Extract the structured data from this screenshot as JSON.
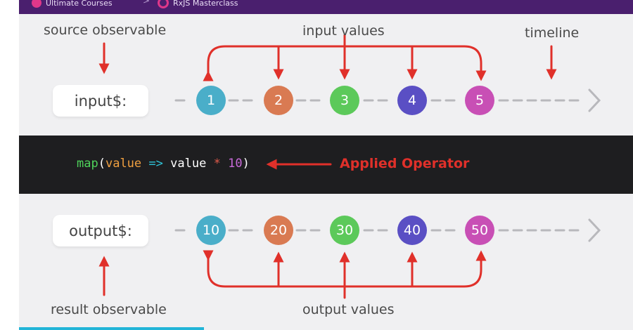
{
  "breadcrumb": {
    "items": [
      "Ultimate Courses",
      "RxJS Masterclass"
    ],
    "separator": ">"
  },
  "labels": {
    "source_observable": "source observable",
    "input_values": "input values",
    "timeline": "timeline",
    "result_observable": "result observable",
    "output_values": "output values",
    "applied_operator": "Applied Operator"
  },
  "streams": {
    "input": "input$:",
    "output": "output$:"
  },
  "code": {
    "fn": "map",
    "open": "(",
    "param": "value",
    "arrow": "=>",
    "body": "value",
    "op": "*",
    "num": "10",
    "close": ")"
  },
  "input_values": [
    "1",
    "2",
    "3",
    "4",
    "5"
  ],
  "output_values": [
    "10",
    "20",
    "30",
    "40",
    "50"
  ],
  "colors": {
    "header": "#4a1f6e",
    "arrow_red": "#e0302a",
    "bubbles": [
      "#4aaec9",
      "#d97a52",
      "#5cc95a",
      "#5a4fc4",
      "#c84fb5"
    ],
    "code_bg": "#1e1e20",
    "panel_bg": "#f0f0f2"
  }
}
